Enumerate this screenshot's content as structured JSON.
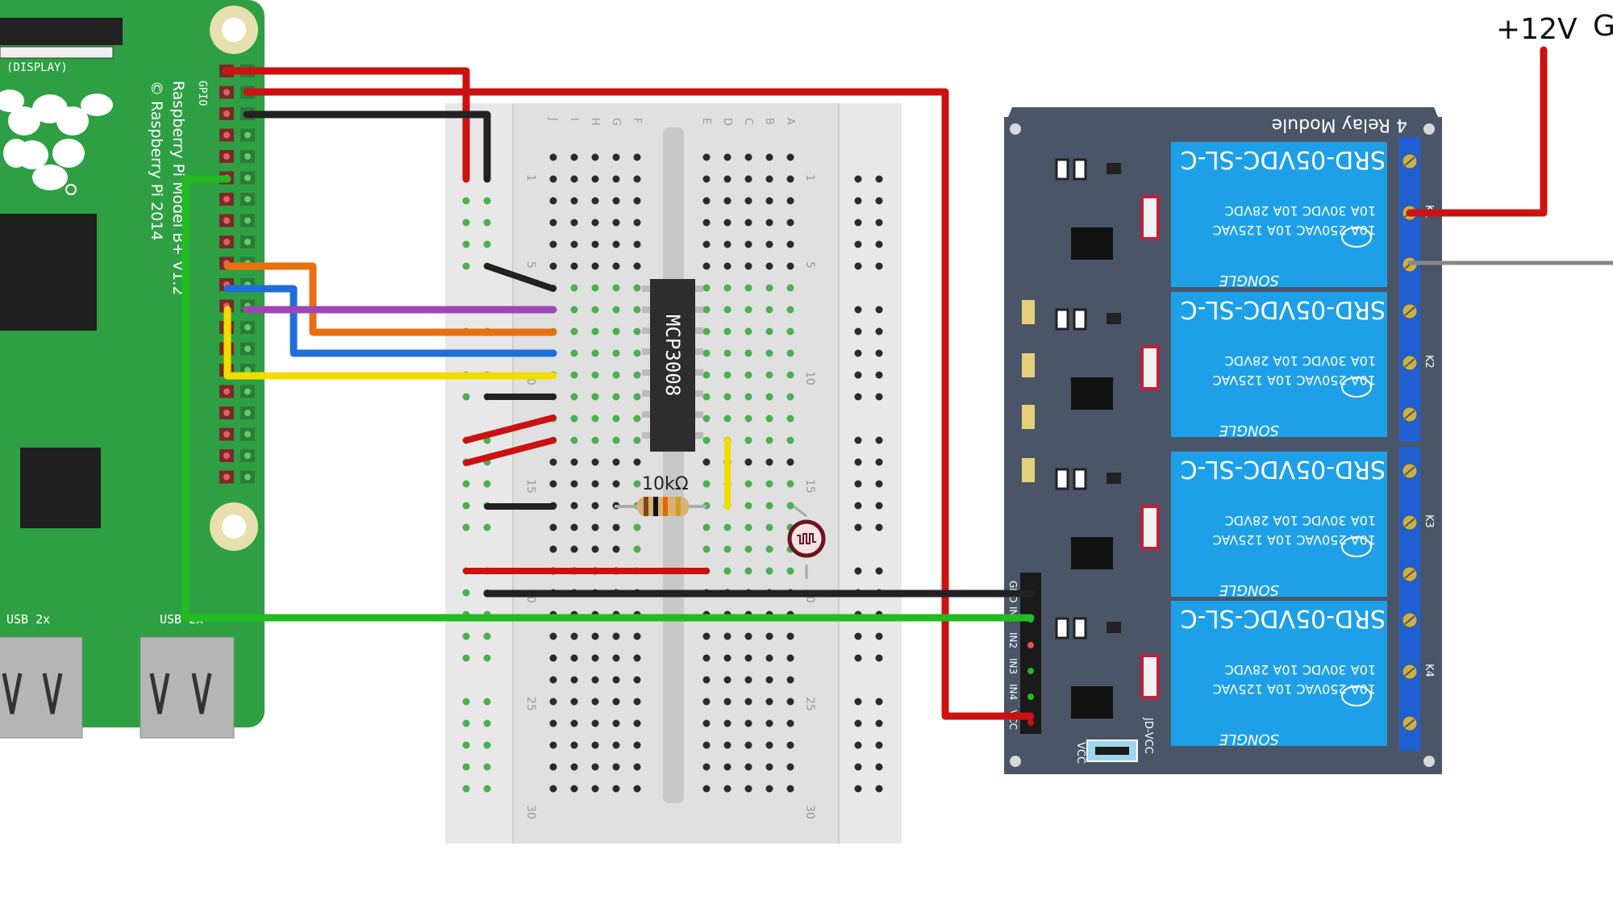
{
  "power": {
    "plus_label": "+12V",
    "ground_label": "G"
  },
  "rpi": {
    "display_label": "(DISPLAY)",
    "gpio_label": "GPIO",
    "model_label": "Raspberry Pi Model B+ V1.2",
    "copyright_label": "© Raspberry Pi 2014",
    "usb_left_label": "USB 2x",
    "usb_right_label": "USB 2x",
    "board_color": "#2ea043"
  },
  "breadboard": {
    "resistor_label": "10kΩ",
    "chip_label": "MCP3008",
    "row_numbers": [
      "1",
      "5",
      "10",
      "15",
      "20",
      "25",
      "30"
    ],
    "column_letters_left": [
      "J",
      "I",
      "H",
      "G",
      "F"
    ],
    "column_letters_right": [
      "E",
      "D",
      "C",
      "B",
      "A"
    ]
  },
  "relay_module": {
    "title": "4 Relay Module",
    "relay_model": "SRD-05VDC-SL-C",
    "relay_rating_1": "10A 250VAC 10A 125VAC",
    "relay_rating_2": "10A 30VDC 10A 28VDC",
    "relay_brand": "SONGLE",
    "relay_names": [
      "K1",
      "K2",
      "K3",
      "K4"
    ],
    "pin_labels": [
      "GND",
      "IN1",
      "IN2",
      "IN3",
      "IN4",
      "VCC"
    ],
    "jumper_label_a": "JD-VCC",
    "jumper_label_b": "VCC",
    "board_color": "#4a5568",
    "relay_color": "#1ea0e8"
  },
  "wires": {
    "colors": {
      "red": "#cc1111",
      "black": "#222222",
      "orange": "#e8700f",
      "blue": "#1e6fd9",
      "purple": "#a046b4",
      "yellow": "#f2dc00",
      "green": "#22bb22",
      "gray": "#888888"
    }
  }
}
